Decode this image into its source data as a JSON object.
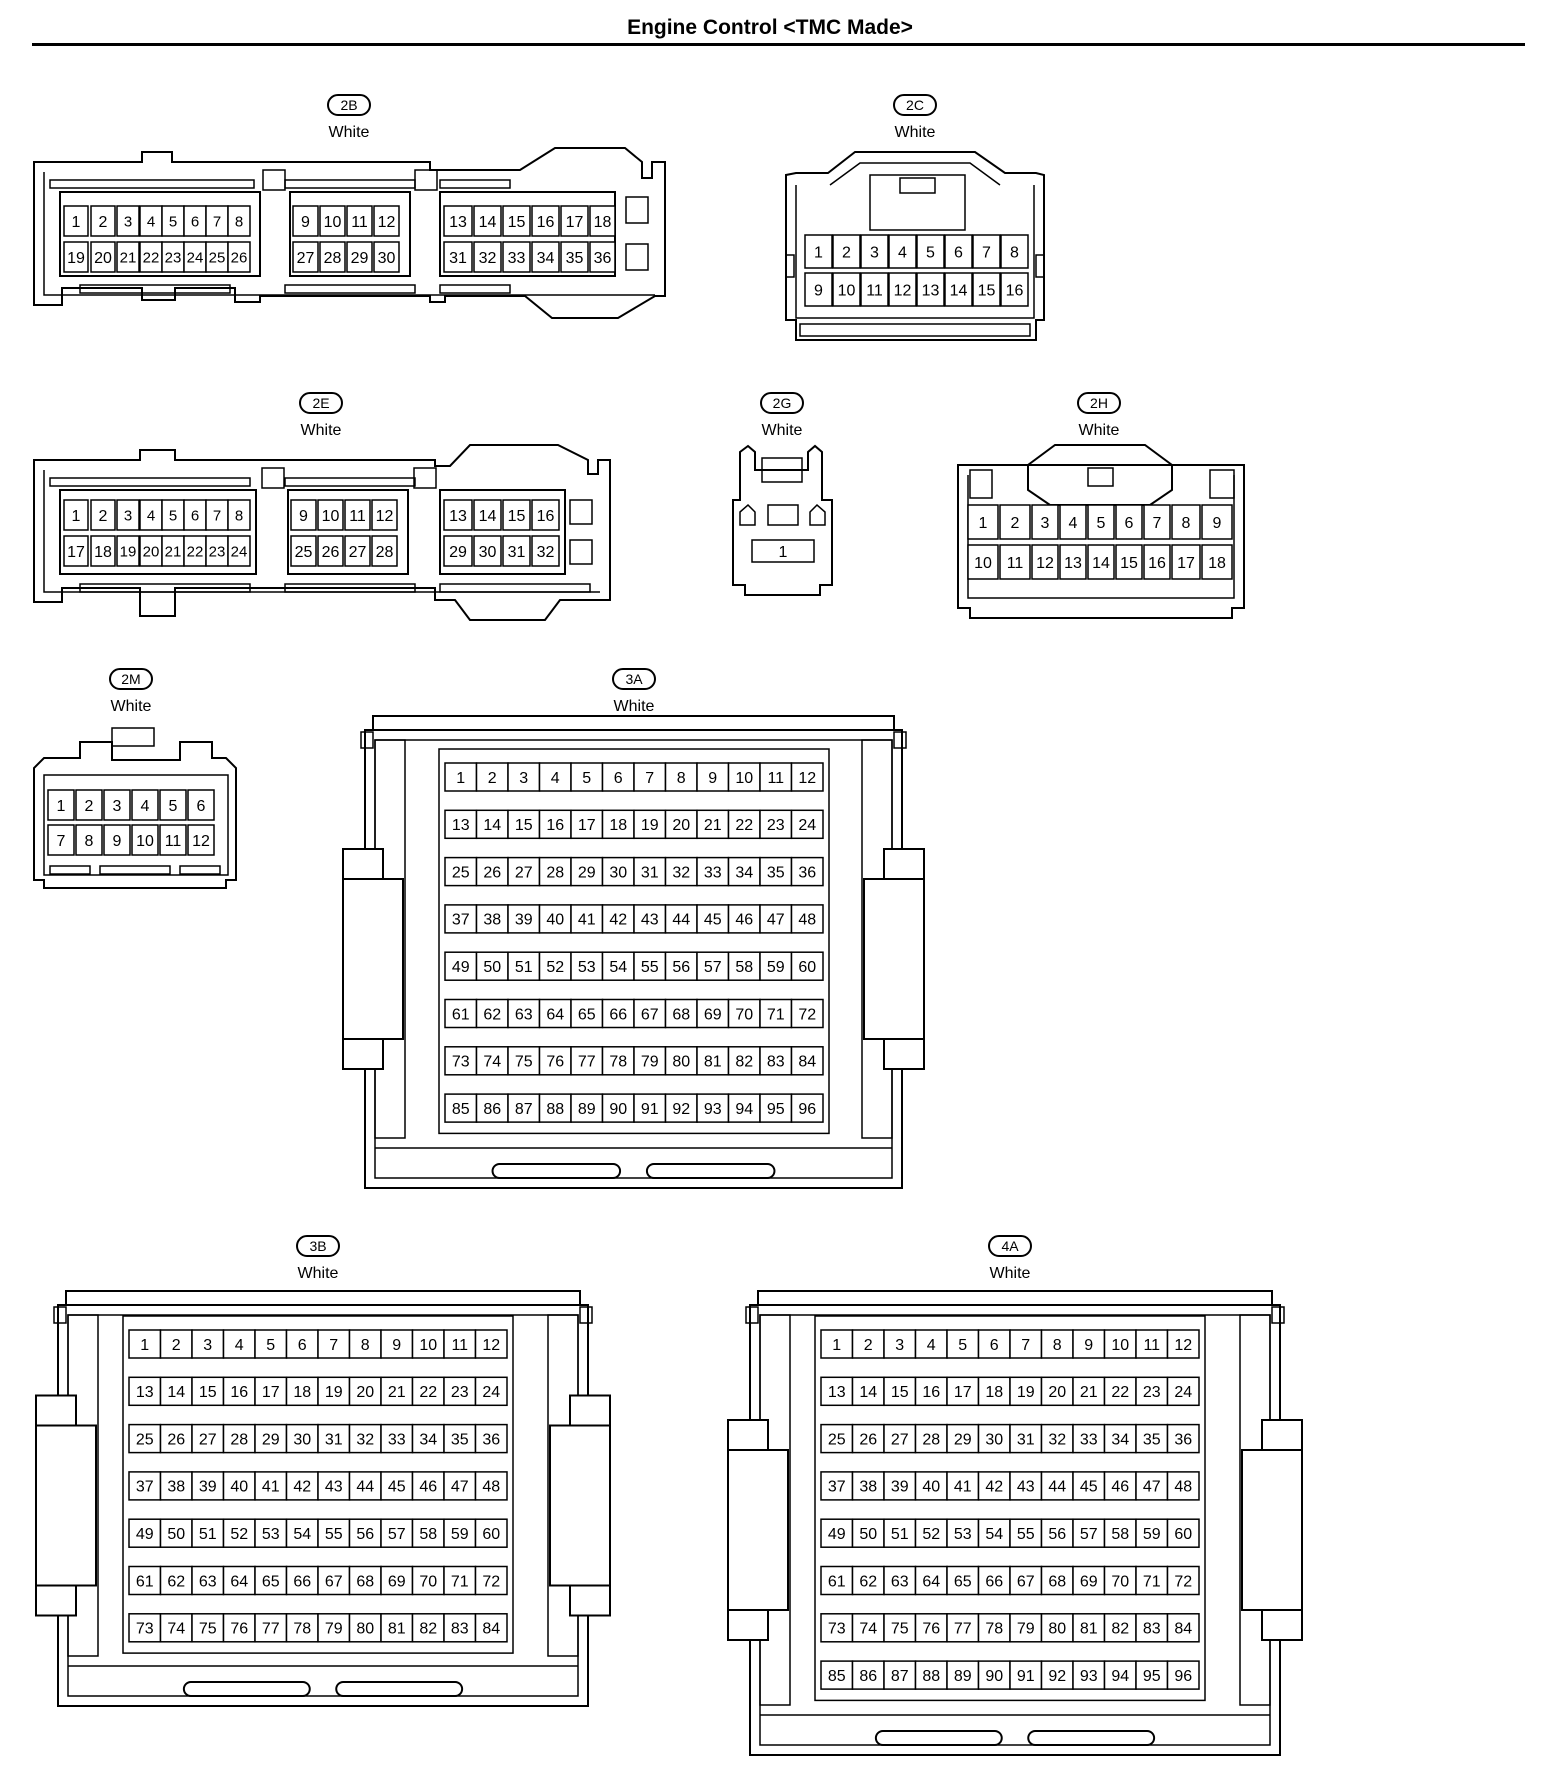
{
  "page": {
    "title": "Engine Control <TMC Made>"
  },
  "connectors": {
    "c2B": {
      "code": "2B",
      "color": "White"
    },
    "c2C": {
      "code": "2C",
      "color": "White"
    },
    "c2E": {
      "code": "2E",
      "color": "White"
    },
    "c2G": {
      "code": "2G",
      "color": "White"
    },
    "c2H": {
      "code": "2H",
      "color": "White"
    },
    "c2M": {
      "code": "2M",
      "color": "White"
    },
    "c3A": {
      "code": "3A",
      "color": "White"
    },
    "c3B": {
      "code": "3B",
      "color": "White"
    },
    "c4A": {
      "code": "4A",
      "color": "White"
    }
  },
  "pin_layouts": {
    "c2B": [
      [
        "1",
        "2",
        "3",
        "4",
        "5",
        "6",
        "7",
        "8",
        "9",
        "10",
        "11",
        "12",
        "13",
        "14",
        "15",
        "16",
        "17",
        "18"
      ],
      [
        "19",
        "20",
        "21",
        "22",
        "23",
        "24",
        "25",
        "26",
        "27",
        "28",
        "29",
        "30",
        "31",
        "32",
        "33",
        "34",
        "35",
        "36"
      ]
    ],
    "c2C": [
      [
        "1",
        "2",
        "3",
        "4",
        "5",
        "6",
        "7",
        "8"
      ],
      [
        "9",
        "10",
        "11",
        "12",
        "13",
        "14",
        "15",
        "16"
      ]
    ],
    "c2E": [
      [
        "1",
        "2",
        "3",
        "4",
        "5",
        "6",
        "7",
        "8",
        "9",
        "10",
        "11",
        "12",
        "13",
        "14",
        "15",
        "16"
      ],
      [
        "17",
        "18",
        "19",
        "20",
        "21",
        "22",
        "23",
        "24",
        "25",
        "26",
        "27",
        "28",
        "29",
        "30",
        "31",
        "32"
      ]
    ],
    "c2G": [
      [
        "1"
      ]
    ],
    "c2H": [
      [
        "1",
        "2",
        "3",
        "4",
        "5",
        "6",
        "7",
        "8",
        "9"
      ],
      [
        "10",
        "11",
        "12",
        "13",
        "14",
        "15",
        "16",
        "17",
        "18"
      ]
    ],
    "c2M": [
      [
        "1",
        "2",
        "3",
        "4",
        "5",
        "6"
      ],
      [
        "7",
        "8",
        "9",
        "10",
        "11",
        "12"
      ]
    ],
    "c3A": {
      "rows": 8,
      "cols": 12
    },
    "c3B": {
      "rows": 7,
      "cols": 12
    },
    "c4A": {
      "rows": 8,
      "cols": 12
    }
  }
}
